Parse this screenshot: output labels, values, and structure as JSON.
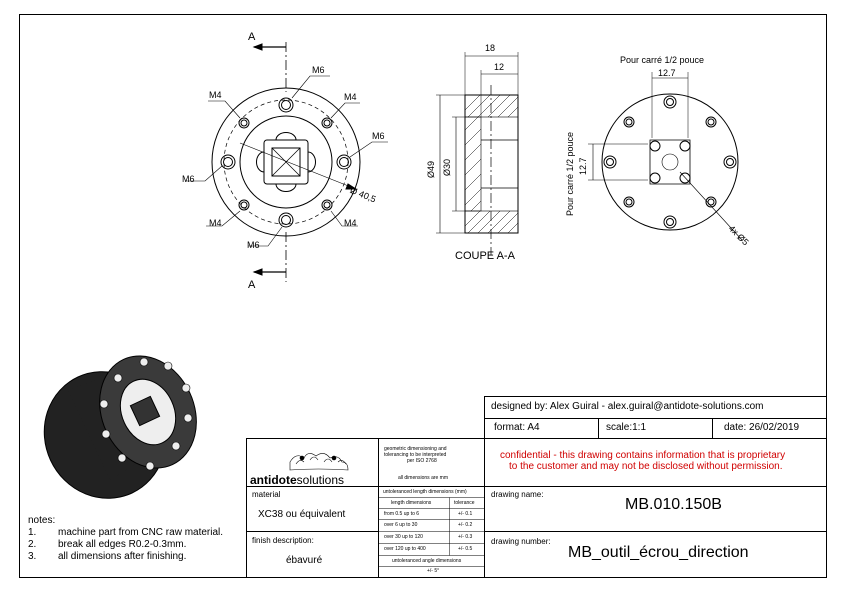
{
  "views": {
    "section_mark": "A",
    "section_mark_bottom": "A",
    "front_labels": {
      "m6_top": "M6",
      "m4_tl": "M4",
      "m4_tr": "M4",
      "m6_right": "M6",
      "m6_left": "M6",
      "dia": "Ø 40,5",
      "m4_bl": "M4",
      "m4_br": "M4",
      "m6_bottom": "M6"
    },
    "section_title": "COUPE A-A",
    "section_dims": {
      "w18": "18",
      "w12": "12",
      "d49": "Ø49",
      "d30": "Ø30"
    },
    "right_view": {
      "top_caption": "Pour carré 1/2 pouce",
      "top_dim": "12.7",
      "side_caption": "Pour carré 1/2 pouce",
      "side_dim": "12.7",
      "holes": "4x Ø5"
    }
  },
  "title_block": {
    "designed_by": "designed by: Alex Guiral - alex.guiral@antidote-solutions.com",
    "format": "format: A4",
    "scale": "scale:1:1",
    "date": "date: 26/02/2019",
    "logo_word1": "antidote",
    "logo_word2": "solutions",
    "gd_line1": "geometric dimensioning and",
    "gd_line2": "tolerancing to be interpreted",
    "gd_line3": "per ISO 2768",
    "gd_line4": "all dimensions are mm",
    "confidential_1": "confidential - this drawing contains information that is proprietary",
    "confidential_2": "to the customer and may not be disclosed without permission.",
    "material_label": "material",
    "material_value": "XC38 ou équivalent",
    "finish_label": "finish description:",
    "finish_value": "ébavuré",
    "tol_header": "untoleranced length dimensions (mm)",
    "tol_col1": "length dimensions",
    "tol_col2": "tolerance",
    "tol_rows": [
      [
        "from 0.5 up to 6",
        "+/- 0.1"
      ],
      [
        "over 6 up to 30",
        "+/- 0.2"
      ],
      [
        "over 30 up to 120",
        "+/- 0.3"
      ],
      [
        "over 120 up to 400",
        "+/- 0.5"
      ]
    ],
    "angle_header": "untoleranced angle dimensions",
    "angle_value": "+/- 5°",
    "drawing_name_label": "drawing name:",
    "drawing_name": "MB.010.150B",
    "drawing_number_label": "drawing number:",
    "drawing_number": "MB_outil_écrou_direction"
  },
  "notes": {
    "title": "notes:",
    "items": [
      [
        "1.",
        "machine part from CNC raw material."
      ],
      [
        "2.",
        "break all edges R0.2-0.3mm."
      ],
      [
        "3.",
        "all dimensions after finishing."
      ]
    ]
  }
}
